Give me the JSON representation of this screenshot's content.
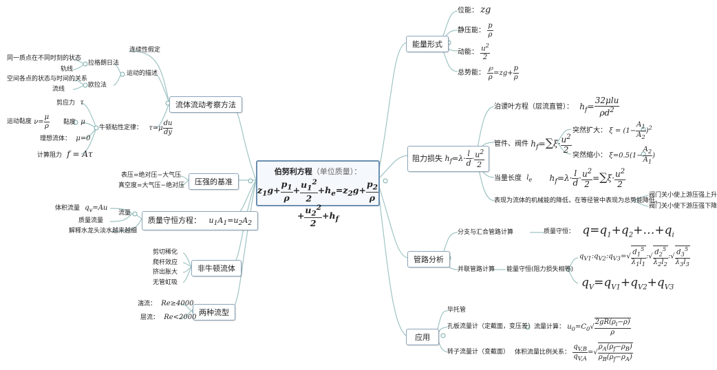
{
  "center": {
    "title": "伯努利方程",
    "subtitle": "（单位质量）：",
    "equation": "z₁g + p₁/ρ + u₁²/2 + hₑ = z₂g + p₂/ρ + u₂²/2 + h_f"
  },
  "left": {
    "fluid_method": {
      "label": "流体流动考察方法",
      "continuity": "连续性假定",
      "motion_desc": "运动的描述",
      "lagrange": "拉格朗日法",
      "lagrange_1": "同一质点在不同时刻的状态",
      "lagrange_2": "轨线",
      "euler": "欧拉法",
      "euler_1": "空间各点的状态与时间的关系",
      "euler_2": "流线",
      "newton_law": "牛顿粘性定律：",
      "newton_formula": "τ=μ du/dy",
      "shear": "剪应力",
      "shear_sym": "τ",
      "viscosity": "黏度",
      "viscosity_sym": "μ",
      "kinematic": "运动黏度",
      "kinematic_formula": "ν = μ/ρ",
      "ideal": "理想流体：",
      "ideal_formula": "μ=0",
      "friction": "计算阻力",
      "friction_formula": "f = Aτ"
    },
    "pressure": {
      "label": "压强的基准",
      "gauge": "表压=绝对压−大气压",
      "vacuum": "真空度=大气压−绝对压"
    },
    "mass": {
      "label": "质量守恒方程：",
      "formula": "u₁A₁=u₂A₂",
      "flow": "流量",
      "volume_flow": "体积流量",
      "volume_formula": "q_v=Au",
      "mass_flow": "质量流量",
      "explain": "解释水龙头淡水越来越细"
    },
    "non_newton": {
      "label": "非牛顿流体",
      "items": [
        "剪切稀化",
        "爬杆效应",
        "挤出胀大",
        "无管虹吸"
      ]
    },
    "flow_type": {
      "label": "两种流型",
      "turbulent": "湍流：",
      "turbulent_cond": "Re≥4000",
      "laminar": "层流：",
      "laminar_cond": "Re<2000"
    }
  },
  "right": {
    "energy": {
      "label": "能量形式",
      "potential": "位能：",
      "potential_f": "zg",
      "static": "静压能：",
      "static_f": "p/ρ",
      "kinetic": "动能：",
      "kinetic_f": "u²/2",
      "total": "总势能：",
      "total_f": "℘/ρ=zg+p/ρ"
    },
    "loss": {
      "label": "阻力损失",
      "formula": "h_f = λ·l/d·u²/2",
      "poiseuille": "泊谡叶方程（层流直管）：",
      "poiseuille_f": "h_f = 32μlu/ρd²",
      "fittings": "管件、阀件",
      "fittings_f": "h_f = Σξ·u²/2",
      "expand": "突然扩大：",
      "expand_f": "ξ = (1 − A₁/A₂)²",
      "contract": "突然缩小：",
      "contract_f": "ξ = 0.5(1 − A₂/A₁)",
      "equiv": "当量长度",
      "equiv_sym": "lₑ",
      "equiv_f": "h_f = λ·l/d·u²/2 = Σξ·u²/2",
      "mechanical": "表现为流体的机械能的降低，在等径管中表现为总势能降低。",
      "valve_up": "阀门关小使上游压强上升",
      "valve_down": "阀门关小使下游压强下降"
    },
    "pipes": {
      "label": "管路分析",
      "branch": "分支与汇合管路计算",
      "mass_cons": "质量守恒：",
      "mass_f": "q = q₁ + q₂ + … + qᵢ",
      "parallel": "并联管路计算",
      "energy_cons": "能量守恒(阻力损失相等)",
      "ratio_f": "q_V1 : q_V2 : q_V3 = √(d₁⁵/λ₁l₁) : √(d₂⁵/λ₂l₂) : √(d₃⁵/λ₃l₃)",
      "sum_f": "q_V = q_V1 + q_V2 + q_V3"
    },
    "app": {
      "label": "应用",
      "pitot": "毕托管",
      "orifice": "孔板流量计（定截面，变压差）",
      "orifice_calc": "流量计算：",
      "orifice_f": "u₀ = C₀ √(2gR(ρᵢ−ρ)/ρ)",
      "rotameter": "转子流量计（变截面）",
      "rotameter_calc": "体积流量比例关系：",
      "rotameter_f": "q_V,B/q_V,A = √(ρ_A(ρ_f−ρ_B)/ρ_B(ρ_f−ρ_A))"
    }
  }
}
